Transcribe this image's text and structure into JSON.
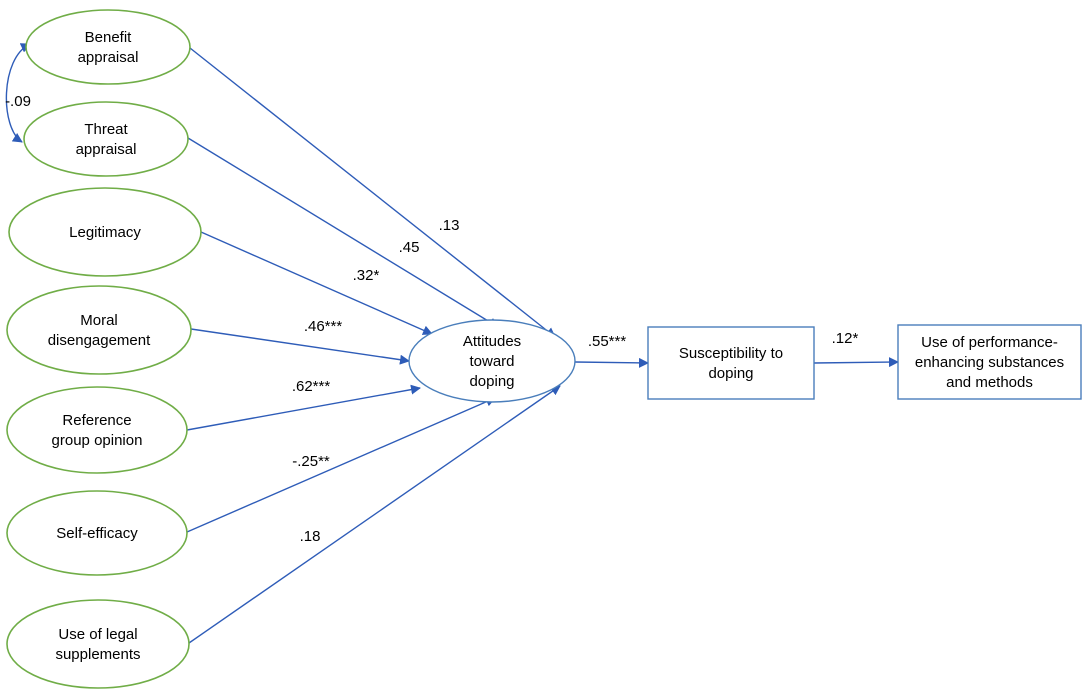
{
  "colors": {
    "predictor_outline": "#70ad47",
    "outcome_outline": "#4a7ebb",
    "arrow": "#2e5cb8",
    "text": "#000000"
  },
  "predictors": [
    {
      "id": "benefit",
      "lines": [
        "Benefit",
        "appraisal"
      ]
    },
    {
      "id": "threat",
      "lines": [
        "Threat",
        "appraisal"
      ]
    },
    {
      "id": "legitimacy",
      "lines": [
        "Legitimacy"
      ]
    },
    {
      "id": "moral",
      "lines": [
        "Moral",
        "disengagement"
      ]
    },
    {
      "id": "reference",
      "lines": [
        "Reference",
        "group opinion"
      ]
    },
    {
      "id": "selfeff",
      "lines": [
        "Self-efficacy"
      ]
    },
    {
      "id": "legal",
      "lines": [
        "Use of legal",
        "supplements"
      ]
    }
  ],
  "mediator": {
    "id": "attitudes",
    "lines": [
      "Attitudes",
      "toward",
      "doping"
    ]
  },
  "outcomes": [
    {
      "id": "suscept",
      "lines": [
        "Susceptibility to",
        "doping"
      ]
    },
    {
      "id": "use",
      "lines": [
        "Use of performance-",
        "enhancing substances",
        "and methods"
      ]
    }
  ],
  "paths": [
    {
      "from": "benefit",
      "to": "attitudes",
      "coef": ".13"
    },
    {
      "from": "threat",
      "to": "attitudes",
      "coef": ".45"
    },
    {
      "from": "legitimacy",
      "to": "attitudes",
      "coef": ".32*"
    },
    {
      "from": "moral",
      "to": "attitudes",
      "coef": ".46***"
    },
    {
      "from": "reference",
      "to": "attitudes",
      "coef": ".62***"
    },
    {
      "from": "selfeff",
      "to": "attitudes",
      "coef": "-.25**"
    },
    {
      "from": "legal",
      "to": "attitudes",
      "coef": ".18"
    },
    {
      "from": "attitudes",
      "to": "suscept",
      "coef": ".55***"
    },
    {
      "from": "suscept",
      "to": "use",
      "coef": ".12*"
    }
  ],
  "correlation": {
    "a": "benefit",
    "b": "threat",
    "coef": "-.09"
  }
}
